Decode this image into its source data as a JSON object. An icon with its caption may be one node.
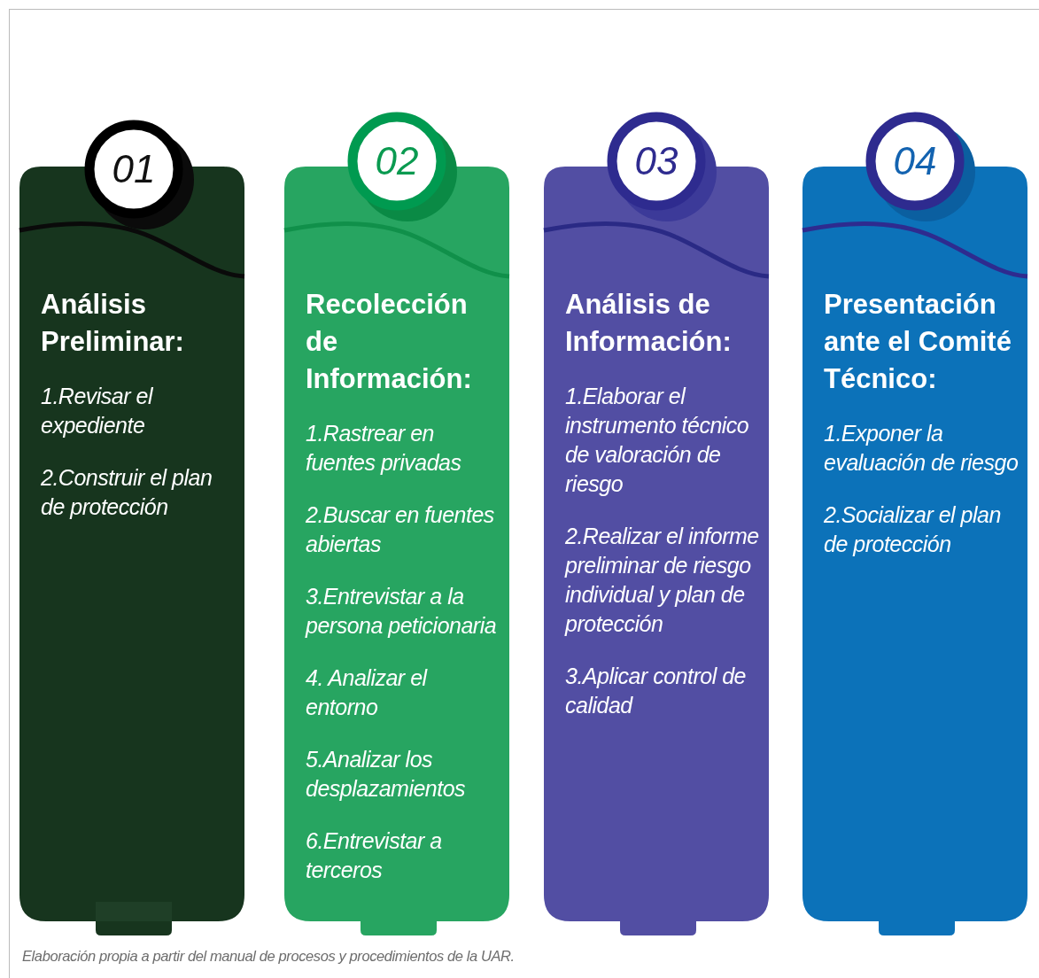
{
  "diagram": {
    "caption": "Elaboración propia a partir del manual de procesos y procedimientos de la UAR.",
    "nodes": [
      {
        "text": [
          "01"
        ]
      },
      {
        "text": [
          "Análisis Preliminar:",
          "1.Revisar el expediente",
          "2.Construir el plan de protección"
        ]
      },
      {
        "text": [
          "02"
        ]
      },
      {
        "text": [
          "Recolección de Información:",
          "1.Rastrear en fuentes privadas",
          "2.Buscar en fuentes abiertas",
          "3.Entrevistar a la persona peticionaria",
          "4. Analizar el entorno",
          "5.Analizar los desplazamientos",
          "6.Entrevistar a terceros"
        ]
      },
      {
        "text": [
          "03"
        ]
      },
      {
        "text": [
          "Análisis de Información:",
          "1.Elaborar el instrumento técnico de valoración de riesgo",
          "2.Realizar el informe preliminar de riesgo individual y plan de protección",
          "3.Aplicar control de calidad"
        ]
      },
      {
        "text": [
          "04"
        ]
      },
      {
        "text": [
          "Presentación ante el Comité Técnico:",
          "1.Exponer la evaluación de riesgo",
          "2.Socializar el plan de protección"
        ]
      }
    ],
    "edges": []
  }
}
